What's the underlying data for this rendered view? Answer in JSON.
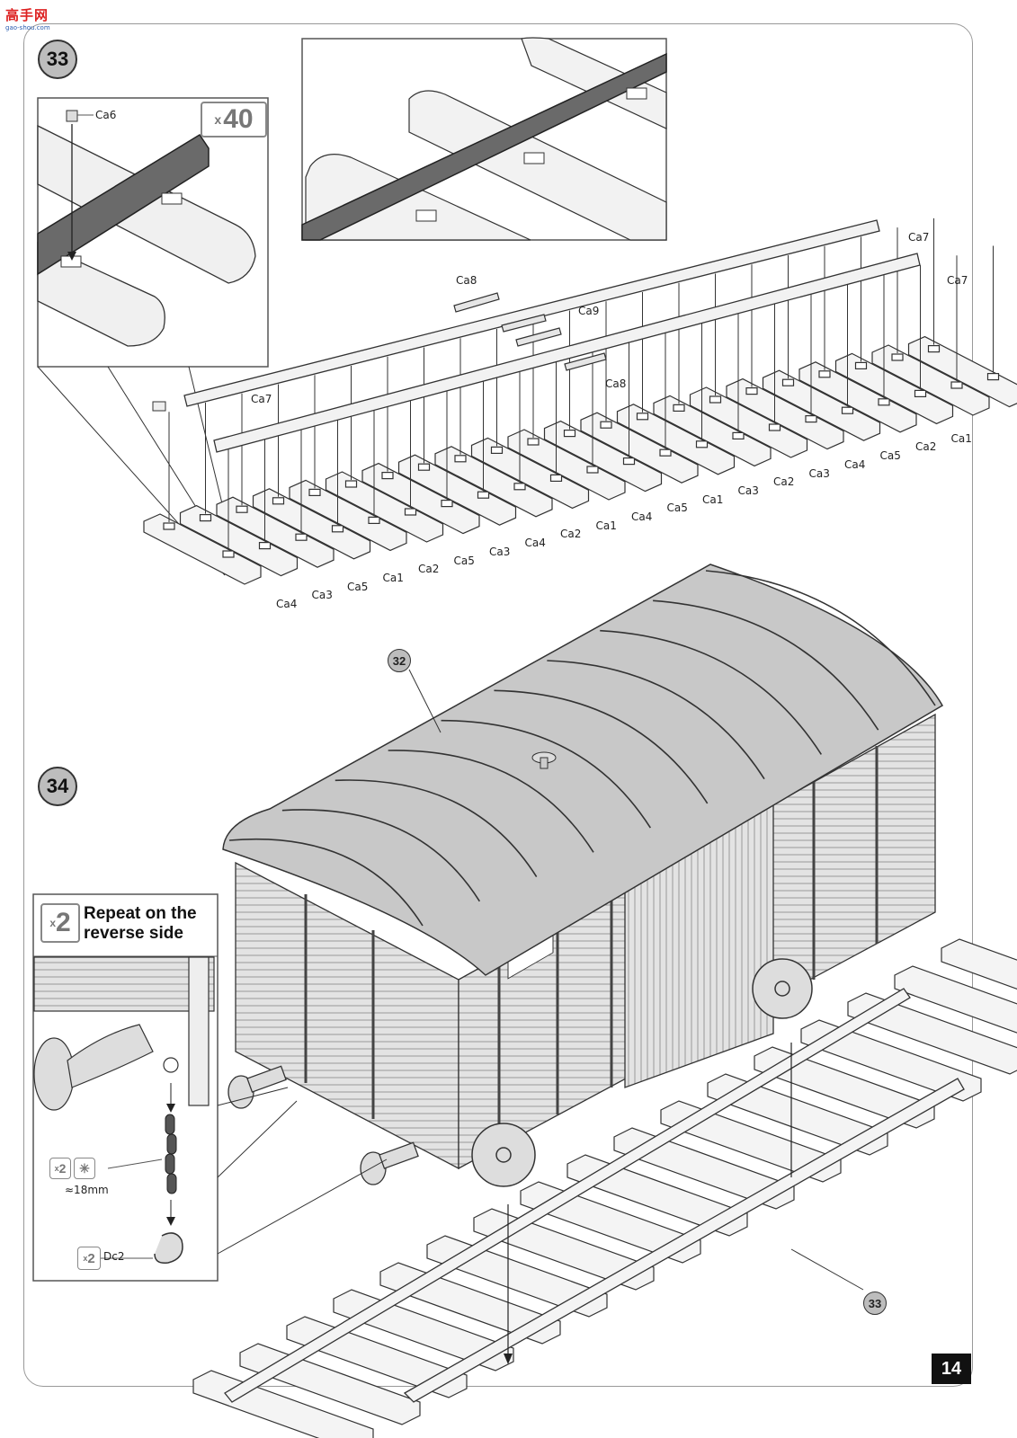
{
  "logo": {
    "text": "高手网",
    "sub": "gao-shou.com"
  },
  "page_number": "14",
  "steps": {
    "step33": "33",
    "step34": "34",
    "ref32": "32",
    "ref33": "33"
  },
  "step33_inset": {
    "part": "Ca6",
    "quantity": "40",
    "quantity_prefix": "x"
  },
  "rail_parts": {
    "ca7_a": "Ca7",
    "ca7_b": "Ca7",
    "ca7_c": "Ca7",
    "ca8_a": "Ca8",
    "ca8_b": "Ca8",
    "ca9": "Ca9"
  },
  "sleeper_labels": [
    "Ca4",
    "Ca3",
    "Ca5",
    "Ca1",
    "Ca2",
    "Ca5",
    "Ca3",
    "Ca4",
    "Ca2",
    "Ca1",
    "Ca4",
    "Ca5",
    "Ca1",
    "Ca3",
    "Ca2",
    "Ca3",
    "Ca4",
    "Ca5",
    "Ca2",
    "Ca1"
  ],
  "step34_inset": {
    "repeat_prefix": "x",
    "repeat_count": "2",
    "repeat_line1": "Repeat on the",
    "repeat_line2": "reverse side",
    "chain_qty": "2",
    "chain_length": "≈18mm",
    "hook_qty": "2",
    "hook_part": "Dc2"
  },
  "colors": {
    "roof": "#c8c8c8",
    "wall": "#e2e2e2",
    "rail": "#6f6f6f",
    "outline": "#333333"
  }
}
